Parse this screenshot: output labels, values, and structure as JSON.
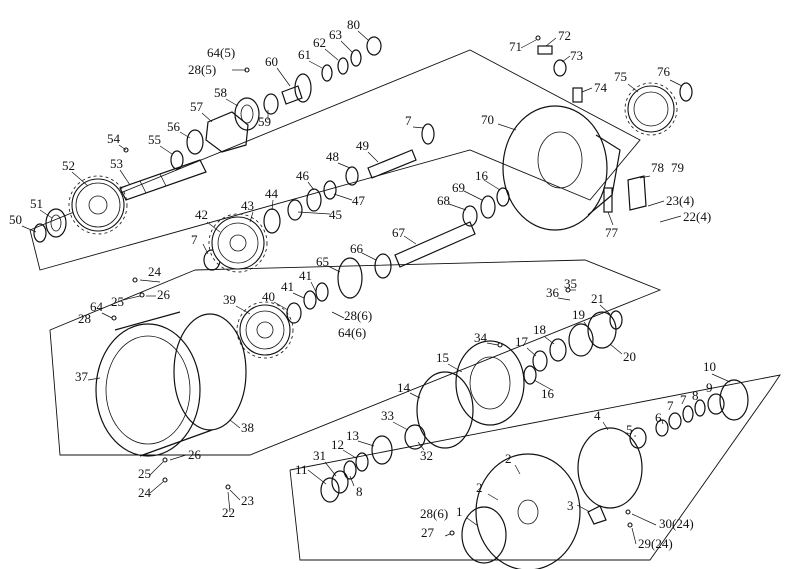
{
  "diagram": {
    "type": "exploded parts view",
    "colors": {
      "ink": "#111111",
      "background": "#ffffff"
    },
    "callouts": {
      "p1": "1",
      "p2a": "2",
      "p2b": "2",
      "p3": "3",
      "p4": "4",
      "p5": "5",
      "p6": "6",
      "p7a": "7",
      "p7b": "7",
      "p7c": "7",
      "p7d": "7",
      "p8a": "8",
      "p8b": "8",
      "p9": "9",
      "p10": "10",
      "p11": "11",
      "p12": "12",
      "p13": "13",
      "p14": "14",
      "p15": "15",
      "p16a": "16",
      "p16b": "16",
      "p17": "17",
      "p18": "18",
      "p19": "19",
      "p20": "20",
      "p21": "21",
      "p22a": "22",
      "p22b": "22(4)",
      "p23a": "23",
      "p23b": "23(4)",
      "p24a": "24",
      "p24b": "24",
      "p25a": "25",
      "p25b": "25",
      "p26a": "26",
      "p26b": "26",
      "p27": "27",
      "p28a": "28",
      "p28b": "28(5)",
      "p28c": "28(6)",
      "p28d": "28(6)",
      "p29": "29(24)",
      "p30": "30(24)",
      "p31": "31",
      "p32": "32",
      "p33": "33",
      "p34": "34",
      "p35": "35",
      "p36": "36",
      "p37": "37",
      "p38": "38",
      "p39": "39",
      "p40": "40",
      "p41a": "41",
      "p41b": "41",
      "p42": "42",
      "p43": "43",
      "p44": "44",
      "p45": "45",
      "p46": "46",
      "p47": "47",
      "p48": "48",
      "p49": "49",
      "p50": "50",
      "p51": "51",
      "p52": "52",
      "p53": "53",
      "p54": "54",
      "p55": "55",
      "p56": "56",
      "p57": "57",
      "p58": "58",
      "p59": "59",
      "p60": "60",
      "p61": "61",
      "p62": "62",
      "p63": "63",
      "p64a": "64",
      "p64b": "64(5)",
      "p64c": "64(6)",
      "p65": "65",
      "p66": "66",
      "p67": "67",
      "p68": "68",
      "p69": "69",
      "p70": "70",
      "p71": "71",
      "p72": "72",
      "p73": "73",
      "p74": "74",
      "p75": "75",
      "p76": "76",
      "p77": "77",
      "p78": "78",
      "p79": "79",
      "p80": "80"
    }
  }
}
